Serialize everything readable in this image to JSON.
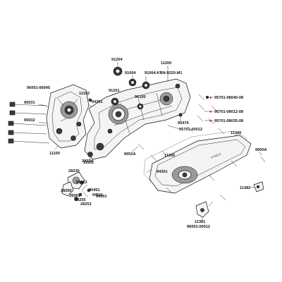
{
  "labels": {
    "p91204": "91204",
    "p11200": "11200",
    "p91004": "91004",
    "p91004kbn": "91004-KBN-9220-M1",
    "p96001_06045": "96001-06045",
    "p11192": "11192",
    "p91201": "91201",
    "p90031": "90031",
    "p94301a": "94301",
    "p96100": "96100",
    "p90032": "90032",
    "p95701_08040": "95701-08040-08",
    "p95701_08012a": "95701-08012-08",
    "p95701_08035": "95701-08035-08",
    "p90474": "90474",
    "p95701_00012": "95701-00012",
    "p11340": "11340",
    "p11100": "11100",
    "p11102": "11102",
    "p9052a": "9052A",
    "p11395": "11395",
    "p9000a": "9000A",
    "p2823a": "2823A",
    "p28230": "28230",
    "p94301b": "94301",
    "p94301c": "94301",
    "p90412": "90412",
    "p90451": "90451",
    "p94511": "94511",
    "p28250": "28250",
    "p28281": "28281",
    "p28255": "28255",
    "p28253": "28253",
    "p11382": "11382",
    "p11381": "11381",
    "p96001_00012": "96001-00012"
  }
}
